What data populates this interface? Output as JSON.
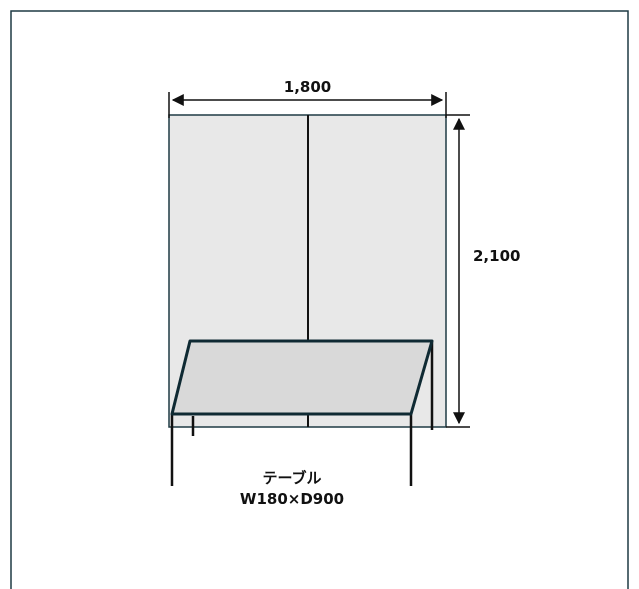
{
  "colors": {
    "frame": "#1f3a44",
    "panel_fill": "#e8e8e8",
    "panel_stroke": "#1f3a44",
    "table_fill": "#d9d9d9",
    "table_stroke": "#0f2a33",
    "dimension": "#111111"
  },
  "panel": {
    "width_label": "1,800",
    "height_label": "2,100"
  },
  "table": {
    "name": "テーブル",
    "size": "W180×D900"
  }
}
